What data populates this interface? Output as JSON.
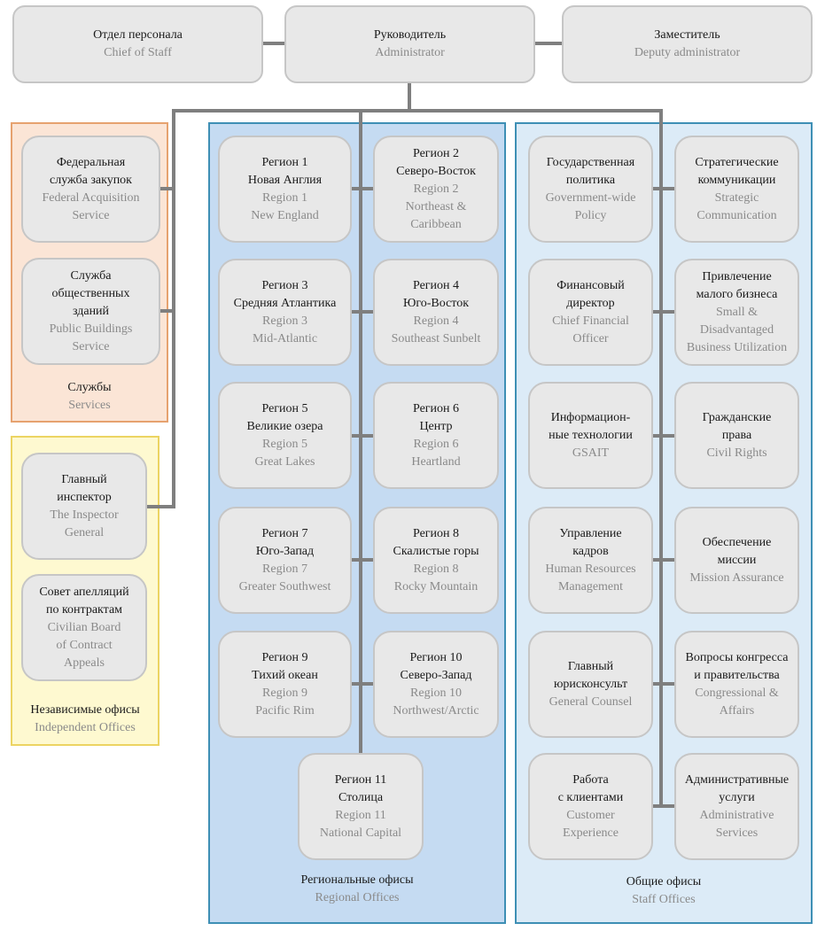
{
  "top": {
    "chief_of_staff": {
      "ru": [
        "Отдел персонала"
      ],
      "en": [
        "Chief of Staff"
      ]
    },
    "administrator": {
      "ru": [
        "Руководитель"
      ],
      "en": [
        "Administrator"
      ]
    },
    "deputy": {
      "ru": [
        "Заместитель"
      ],
      "en": [
        "Deputy administrator"
      ]
    }
  },
  "services": {
    "title_ru": "Службы",
    "title_en": "Services",
    "nodes": [
      {
        "ru": [
          "Федеральная",
          "служба закупок"
        ],
        "en": [
          "Federal Acquisition",
          "Service"
        ]
      },
      {
        "ru": [
          "Служба",
          "общественных",
          "зданий"
        ],
        "en": [
          "Public Buildings",
          "Service"
        ]
      }
    ]
  },
  "independent": {
    "title_ru": "Независимые офисы",
    "title_en": "Independent Offices",
    "nodes": [
      {
        "ru": [
          "Главный",
          "инспектор"
        ],
        "en": [
          "The Inspector",
          "General"
        ]
      },
      {
        "ru": [
          "Совет апелляций",
          "по контрактам"
        ],
        "en": [
          "Civilian Board",
          "of Contract",
          "Appeals"
        ]
      }
    ]
  },
  "regional": {
    "title_ru": "Региональные офисы",
    "title_en": "Regional Offices",
    "nodes": [
      {
        "ru": [
          "Регион 1",
          "Новая Англия"
        ],
        "en": [
          "Region 1",
          "New England"
        ]
      },
      {
        "ru": [
          "Регион 2",
          "Северо-Восток"
        ],
        "en": [
          "Region 2",
          "Northeast &",
          "Caribbean"
        ]
      },
      {
        "ru": [
          "Регион 3",
          "Средняя Атлантика"
        ],
        "en": [
          "Region 3",
          "Mid-Atlantic"
        ]
      },
      {
        "ru": [
          "Регион 4",
          "Юго-Восток"
        ],
        "en": [
          "Region 4",
          "Southeast Sunbelt"
        ]
      },
      {
        "ru": [
          "Регион 5",
          "Великие озера"
        ],
        "en": [
          "Region 5",
          "Great Lakes"
        ]
      },
      {
        "ru": [
          "Регион 6",
          "Центр"
        ],
        "en": [
          "Region 6",
          "Heartland"
        ]
      },
      {
        "ru": [
          "Регион 7",
          "Юго-Запад"
        ],
        "en": [
          "Region 7",
          "Greater Southwest"
        ]
      },
      {
        "ru": [
          "Регион 8",
          "Скалистые горы"
        ],
        "en": [
          "Region 8",
          "Rocky Mountain"
        ]
      },
      {
        "ru": [
          "Регион 9",
          "Тихий океан"
        ],
        "en": [
          "Region 9",
          "Pacific Rim"
        ]
      },
      {
        "ru": [
          "Регион 10",
          "Северо-Запад"
        ],
        "en": [
          "Region 10",
          "Northwest/Arctic"
        ]
      },
      {
        "ru": [
          "Регион 11",
          "Столица"
        ],
        "en": [
          "Region 11",
          "National Capital"
        ]
      }
    ]
  },
  "staff": {
    "title_ru": "Общие офисы",
    "title_en": "Staff Offices",
    "nodes": [
      {
        "ru": [
          "Государственная",
          "политика"
        ],
        "en": [
          "Government-wide",
          "Policy"
        ]
      },
      {
        "ru": [
          "Стратегические",
          "коммуникации"
        ],
        "en": [
          "Strategic",
          "Communication"
        ]
      },
      {
        "ru": [
          "Финансовый",
          "директор"
        ],
        "en": [
          "Chief Financial",
          "Officer"
        ]
      },
      {
        "ru": [
          "Привлечение",
          "малого бизнеса"
        ],
        "en": [
          "Small &",
          "Disadvantaged",
          "Business Utilization"
        ]
      },
      {
        "ru": [
          "Информацион-",
          "ные технологии"
        ],
        "en": [
          "GSAIT"
        ]
      },
      {
        "ru": [
          "Гражданские",
          "права"
        ],
        "en": [
          "Civil Rights"
        ]
      },
      {
        "ru": [
          "Управление",
          "кадров"
        ],
        "en": [
          "Human Resources",
          "Management"
        ]
      },
      {
        "ru": [
          "Обеспечение",
          "миссии"
        ],
        "en": [
          "Mission Assurance"
        ]
      },
      {
        "ru": [
          "Главный",
          "юрисконсульт"
        ],
        "en": [
          "General Counsel"
        ]
      },
      {
        "ru": [
          "Вопросы конгресса",
          "и правительства"
        ],
        "en": [
          "Congressional &",
          "Affairs"
        ]
      },
      {
        "ru": [
          "Работа",
          "с клиентами"
        ],
        "en": [
          "Customer",
          "Experience"
        ]
      },
      {
        "ru": [
          "Административные",
          "услуги"
        ],
        "en": [
          "Administrative",
          "Services"
        ]
      }
    ]
  }
}
